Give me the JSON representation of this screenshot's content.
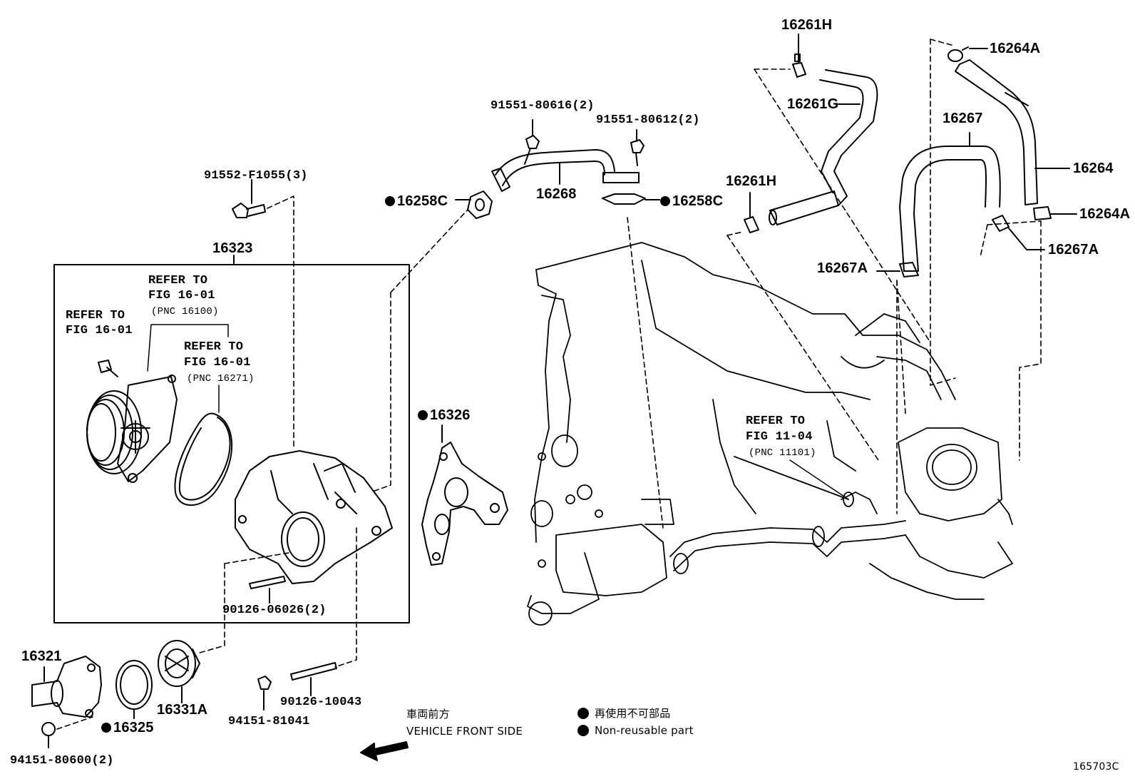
{
  "diagram_id": "165703C",
  "labels": {
    "p91552": "91552-F1055(3)",
    "p16323": "16323",
    "refer_fig_1601_a": "REFER TO",
    "refer_fig_1601_a2": "FIG 16-01",
    "refer_fig_1601_b": "REFER TO",
    "refer_fig_1601_b2": "FIG 16-01",
    "refer_fig_1601_b3": "(PNC 16100)",
    "refer_fig_1601_c": "REFER TO",
    "refer_fig_1601_c2": "FIG 16-01",
    "refer_fig_1601_c3": "(PNC 16271)",
    "p90126_06026": "90126-06026(2)",
    "p16321": "16321",
    "p16325": "16325",
    "p16331A": "16331A",
    "p94151_80600": "94151-80600(2)",
    "p94151_81041": "94151-81041",
    "p90126_10043": "90126-10043",
    "p16326": "16326",
    "p16258C_left": "16258C",
    "p16258C_right": "16258C",
    "p16268": "16268",
    "p91551_80616": "91551-80616(2)",
    "p91551_80612": "91551-80612(2)",
    "p16261H_top": "16261H",
    "p16261G": "16261G",
    "p16261H_mid": "16261H",
    "p16267": "16267",
    "p16267A_left": "16267A",
    "p16267A_right": "16267A",
    "p16264A_top": "16264A",
    "p16264": "16264",
    "p16264A_bottom": "16264A",
    "refer_fig_1104": "REFER TO",
    "refer_fig_1104_2": "FIG 11-04",
    "refer_fig_1104_3": "(PNC 11101)"
  },
  "legend": {
    "front_jp": "車両前方",
    "front_en": "VEHICLE FRONT SIDE",
    "nonreusable_jp": "再使用不可部品",
    "nonreusable_en": "Non-reusable part"
  }
}
